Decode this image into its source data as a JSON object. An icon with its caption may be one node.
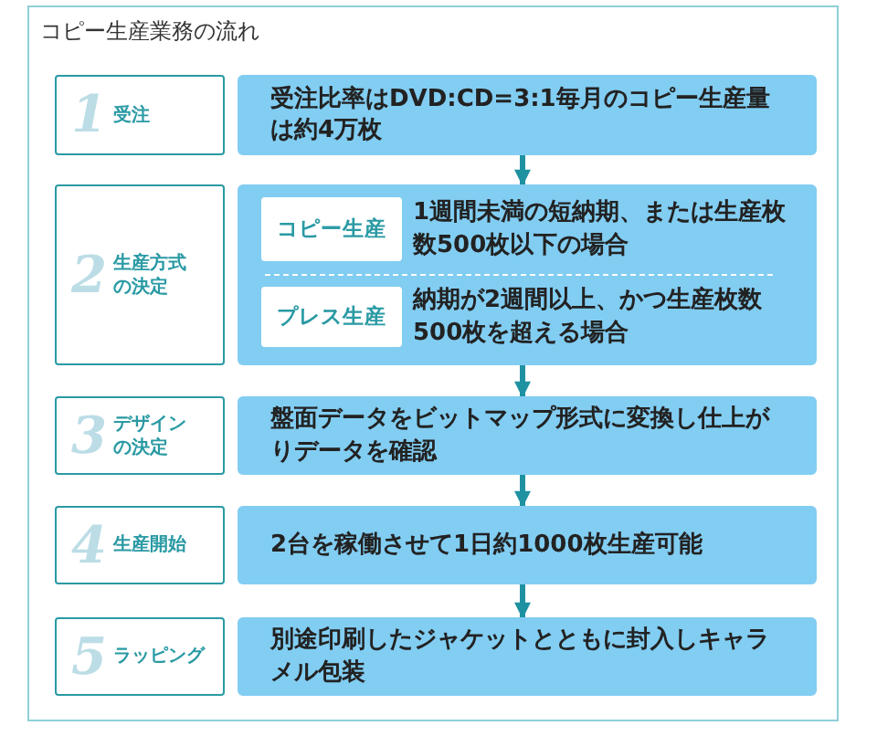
{
  "diagram": {
    "title": "コピー生産業務の流れ",
    "nodes": [
      {
        "text": [
          "1",
          "受注"
        ]
      },
      {
        "text": [
          "受注比率はDVD:CD=3:1毎月のコピー生産量は約4万枚"
        ]
      },
      {
        "text": [
          "2",
          "生産方式の決定"
        ]
      },
      {
        "text": [],
        "shape": "box"
      },
      {
        "text": [
          "コピー生産"
        ],
        "in": 3,
        "beside": [
          "1週間未満の短納期、または生産枚数500枚以下の場合"
        ]
      },
      {
        "text": [
          "プレス生産"
        ],
        "in": 3,
        "beside": [
          "納期が2週間以上、かつ生産枚数500枚を超える場合"
        ]
      },
      {
        "text": [
          "3",
          "デザインの決定"
        ]
      },
      {
        "text": [
          "盤面データをビットマップ形式に変換し仕上がりデータを確認"
        ]
      },
      {
        "text": [
          "4",
          "生産開始"
        ]
      },
      {
        "text": [
          "2台を稼働させて1日約1000枚生産可能"
        ]
      },
      {
        "text": [
          "5",
          "ラッピング"
        ]
      },
      {
        "text": [
          "別途印刷したジャケットとともに封入しキャラメル包装"
        ]
      }
    ],
    "edges": [
      {
        "from": 1,
        "to": 3,
        "arrow": "to"
      },
      {
        "from": 3,
        "to": 7,
        "arrow": "to"
      },
      {
        "from": 7,
        "to": 9,
        "arrow": "to"
      },
      {
        "from": 9,
        "to": 11,
        "arrow": "to"
      }
    ]
  }
}
